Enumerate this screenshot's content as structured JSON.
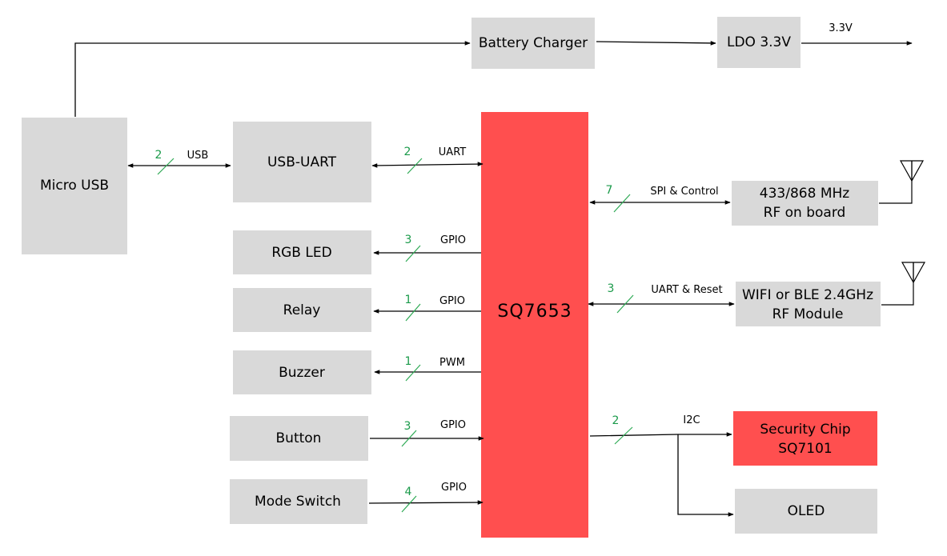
{
  "blocks": {
    "micro_usb": "Micro USB",
    "battery_charger": "Battery Charger",
    "ldo": "LDO 3.3V",
    "usb_uart": "USB-UART",
    "rgb_led": "RGB LED",
    "relay": "Relay",
    "buzzer": "Buzzer",
    "button": "Button",
    "mode_switch": "Mode Switch",
    "mcu": "SQ7653",
    "rf_line1": "433/868 MHz",
    "rf_line2": "RF on board",
    "wifi_line1": "WIFI or BLE 2.4GHz",
    "wifi_line2": "RF Module",
    "sec_line1": "Security Chip",
    "sec_line2": "SQ7101",
    "oled": "OLED"
  },
  "connections": {
    "ldo_out": {
      "label": "3.3V"
    },
    "usb": {
      "label": "USB",
      "count": "2"
    },
    "uart": {
      "label": "UART",
      "count": "2"
    },
    "rgb": {
      "label": "GPIO",
      "count": "3"
    },
    "relay": {
      "label": "GPIO",
      "count": "1"
    },
    "buzzer": {
      "label": "PWM",
      "count": "1"
    },
    "button": {
      "label": "GPIO",
      "count": "3"
    },
    "mode": {
      "label": "GPIO",
      "count": "4"
    },
    "spi": {
      "label": "SPI & Control",
      "count": "7"
    },
    "wifi": {
      "label": "UART & Reset",
      "count": "3"
    },
    "i2c": {
      "label": "I2C",
      "count": "2"
    }
  },
  "colors": {
    "block": "#d9d9d9",
    "highlight": "#ff4f4f",
    "bus_count": "#1a9a4a"
  }
}
